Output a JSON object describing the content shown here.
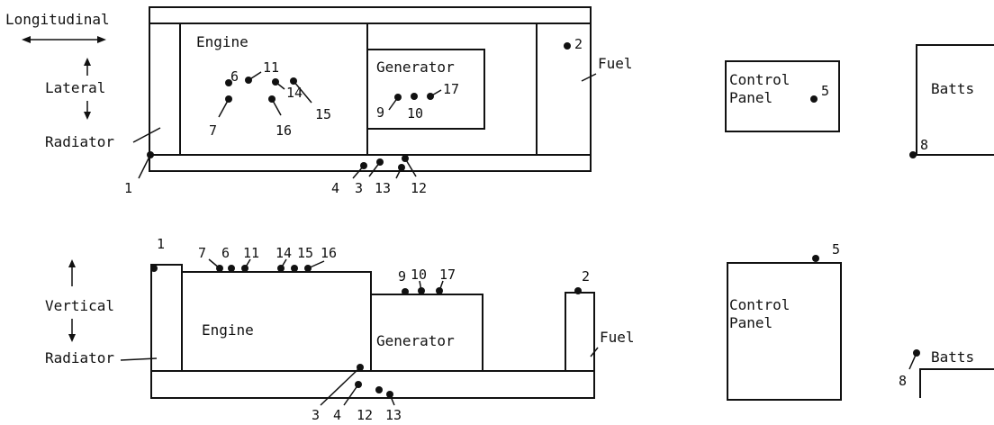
{
  "labels": {
    "longitudinal": "Longitudinal",
    "lateral": "Lateral",
    "vertical": "Vertical",
    "radiator": "Radiator",
    "engine": "Engine",
    "generator": "Generator",
    "fuel": "Fuel",
    "control": "Control",
    "panel": "Panel",
    "batts": "Batts"
  },
  "top_points": [
    "1",
    "2",
    "3",
    "4",
    "5",
    "6",
    "7",
    "8",
    "9",
    "10",
    "11",
    "12",
    "13",
    "14",
    "15",
    "16",
    "17"
  ],
  "side_points": [
    "1",
    "2",
    "3",
    "4",
    "5",
    "6",
    "7",
    "8",
    "9",
    "10",
    "11",
    "12",
    "13",
    "14",
    "15",
    "16",
    "17"
  ],
  "colors": {
    "ink": "#111111",
    "paper": "#ffffff"
  }
}
